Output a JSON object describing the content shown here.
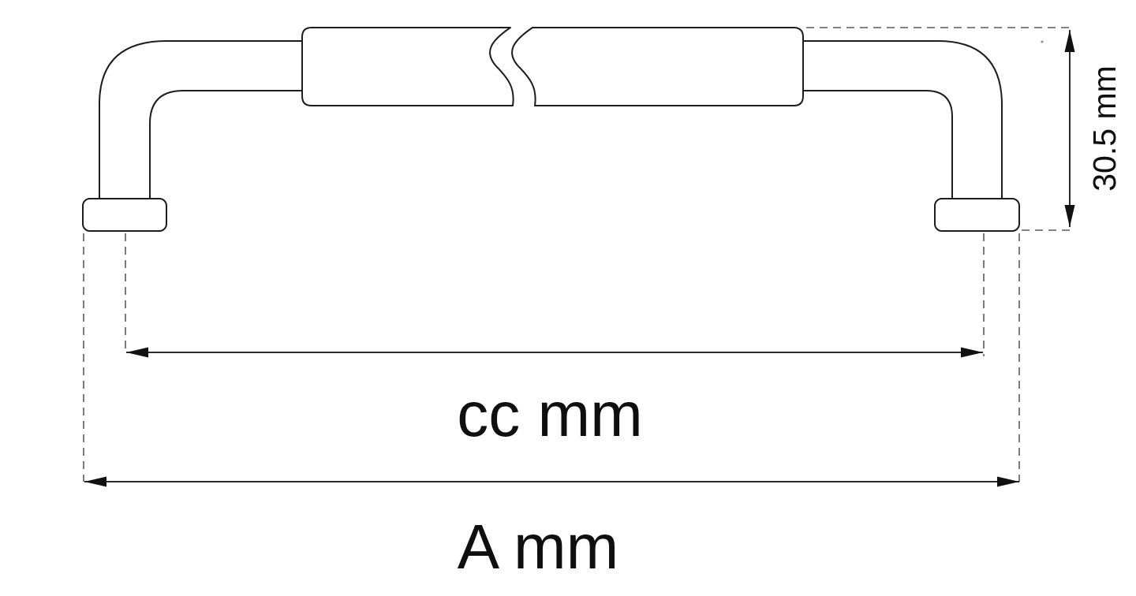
{
  "drawing": {
    "title": "handle-dimension-drawing",
    "view": "front elevation of pull handle with break symbol",
    "colors": {
      "outline": "#1d1d1d",
      "dimension": "#111111",
      "extension_dashed": "#5c5c5c",
      "background": "#ffffff"
    },
    "labels": {
      "center_to_center": "cc mm",
      "overall_length": "A mm",
      "height": "30.5 mm"
    }
  }
}
